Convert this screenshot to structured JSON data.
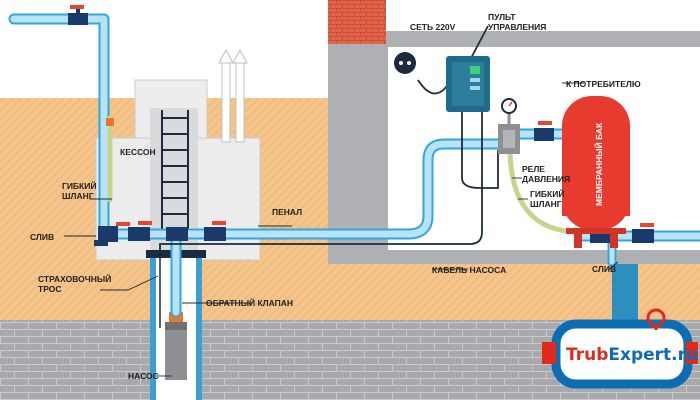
{
  "colors": {
    "soil": "#f4c48b",
    "soil_hatch": "#e9a662",
    "brick": "#a7a9ac",
    "brick_line": "#c9cacc",
    "wall": "#aeb0b3",
    "pipe": "#b8e2f5",
    "pipe_edge": "#32a7dc",
    "valve": "#1a3a6b",
    "handle": "#e8442f",
    "tank": "#e63b2e",
    "chimney": "#e2634a",
    "flex_hose": "#c8d48e",
    "brand_blue": "#0d6db3",
    "brand_red": "#e02a1c"
  },
  "labels": {
    "kesson": "КЕССОН",
    "flex_hose_left": "ГИБКИЙ\nШЛАНГ",
    "drain_left": "СЛИВ",
    "safety_rope": "СТРАХОВОЧНЫЙ\nТРОС",
    "check_valve": "ОБРАТНЫЙ КЛАПАН",
    "pump": "НАСОС",
    "penal": "ПЕНАЛ",
    "mains": "СЕТЬ 220V",
    "control_panel": "ПУЛЬТ\nУПРАВЛЕНИЯ",
    "to_consumer": "К ПОТРЕБИТЕЛЮ",
    "pressure_switch": "РЕЛЕ\nДАВЛЕНИЯ",
    "flex_hose_right": "ГИБКИЙ\nШЛАНГ",
    "pump_cable": "КАБЕЛЬ НАСОСА",
    "drain_right": "СЛИВ",
    "membrane_tank": "МЕМБРАННЫЙ БАК"
  },
  "brand": {
    "part1": "Trub",
    "part2": "Expert.ru"
  }
}
